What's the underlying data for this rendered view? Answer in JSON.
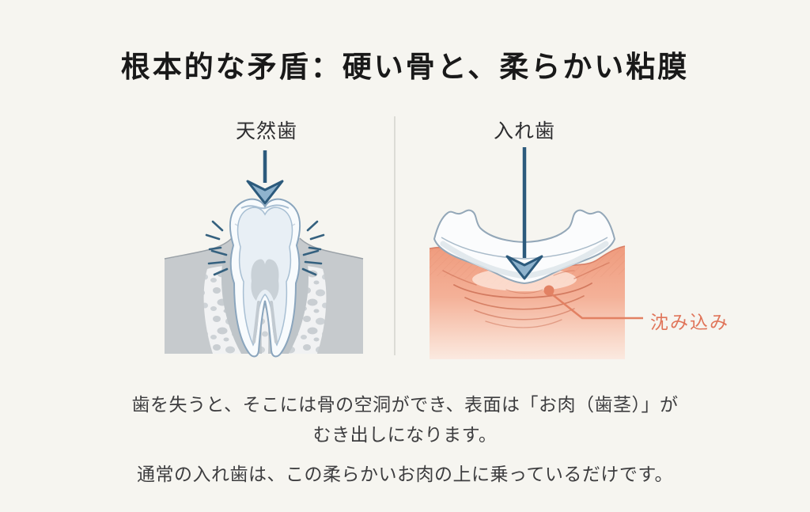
{
  "title": "根本的な矛盾：硬い骨と、柔らかい粘膜",
  "figure": {
    "left_label": "天然歯",
    "right_label": "入れ歯",
    "annotation": "沈み込み",
    "colors": {
      "background": "#f6f5f0",
      "arrow": "#2c5a7c",
      "arrowhead_fill": "#8fb3cd",
      "bone_gray": "#c6cacd",
      "tooth_outline": "#8aa5bd",
      "gum_coral_top": "#ef9b7d",
      "gum_coral_bottom": "#fbe9e0",
      "wrinkle": "#cb6d52",
      "annotation_coral": "#e0755a",
      "divider": "#d3d3ce"
    }
  },
  "caption": {
    "paragraph1_line1": "歯を失うと、そこには骨の空洞ができ、表面は「お肉（歯茎）」が",
    "paragraph1_line2": "むき出しになります。",
    "paragraph2": "通常の入れ歯は、この柔らかいお肉の上に乗っているだけです。"
  }
}
